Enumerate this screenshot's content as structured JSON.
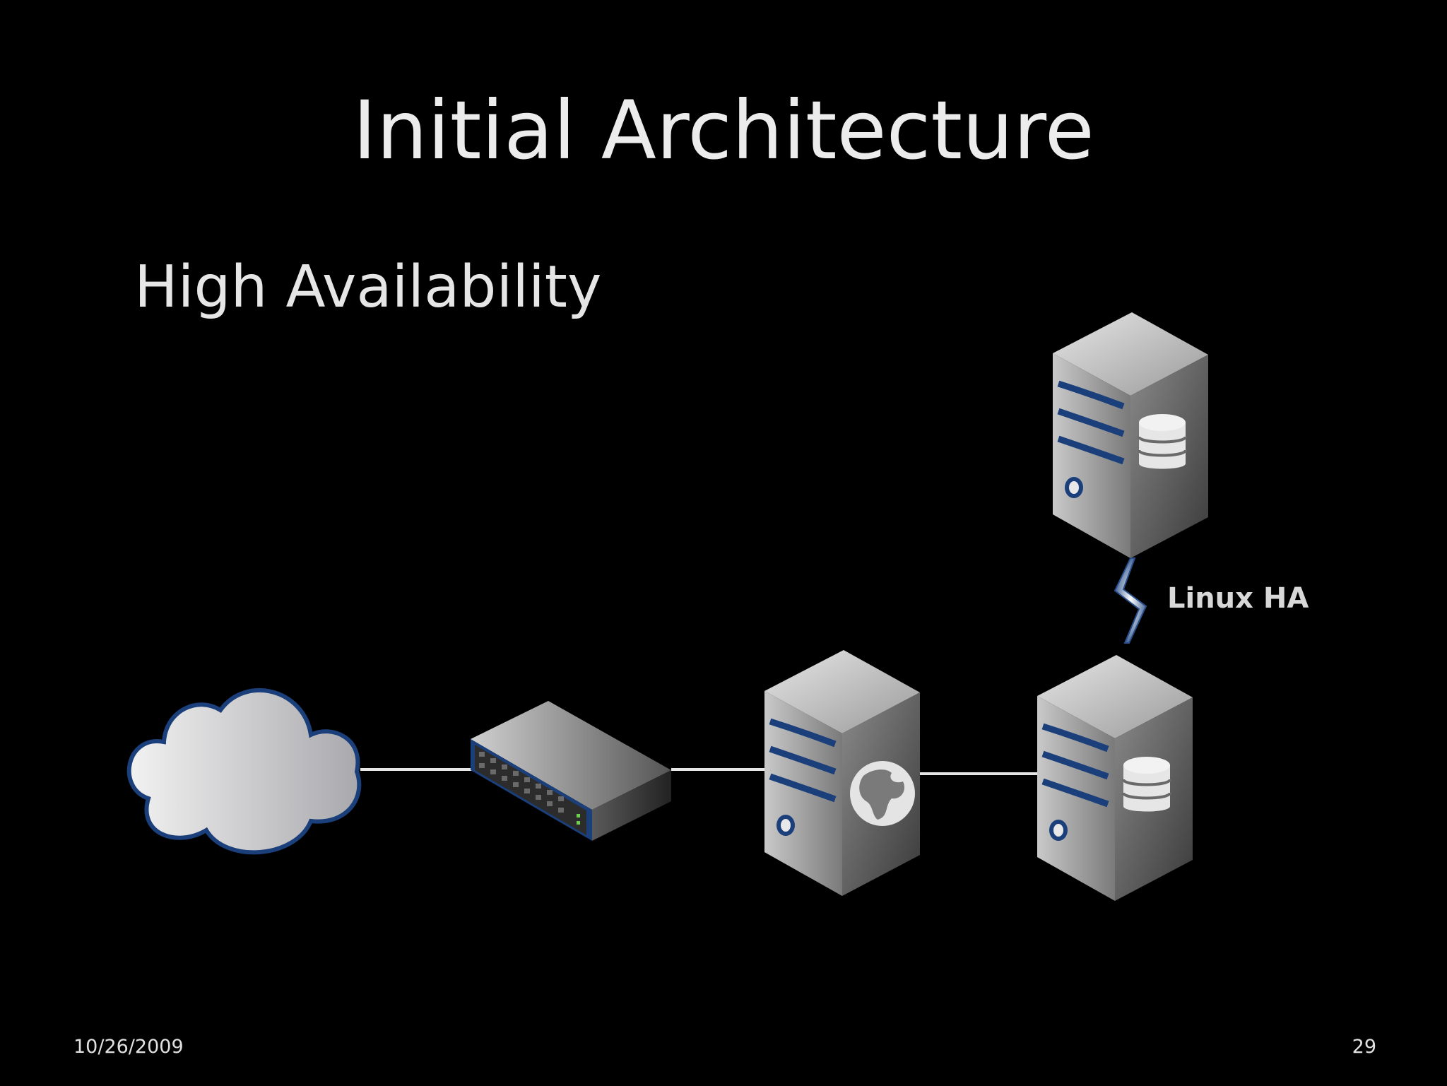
{
  "slide": {
    "title": "Initial Architecture",
    "subtitle": "High Availability",
    "date": "10/26/2009",
    "page_number": "29"
  },
  "diagram": {
    "nodes": [
      {
        "id": "internet",
        "icon": "cloud-icon"
      },
      {
        "id": "switch",
        "icon": "network-switch-icon"
      },
      {
        "id": "web-server",
        "icon": "web-server-icon"
      },
      {
        "id": "db-server-primary",
        "icon": "database-server-icon"
      },
      {
        "id": "db-server-standby",
        "icon": "database-server-icon"
      }
    ],
    "links": [
      {
        "from": "internet",
        "to": "switch"
      },
      {
        "from": "switch",
        "to": "web-server"
      },
      {
        "from": "web-server",
        "to": "db-server-primary"
      },
      {
        "from": "db-server-primary",
        "to": "db-server-standby",
        "label": "Linux HA",
        "style": "lightning"
      }
    ],
    "colors": {
      "accent_blue": "#1a3f7a",
      "background": "#000000"
    }
  }
}
